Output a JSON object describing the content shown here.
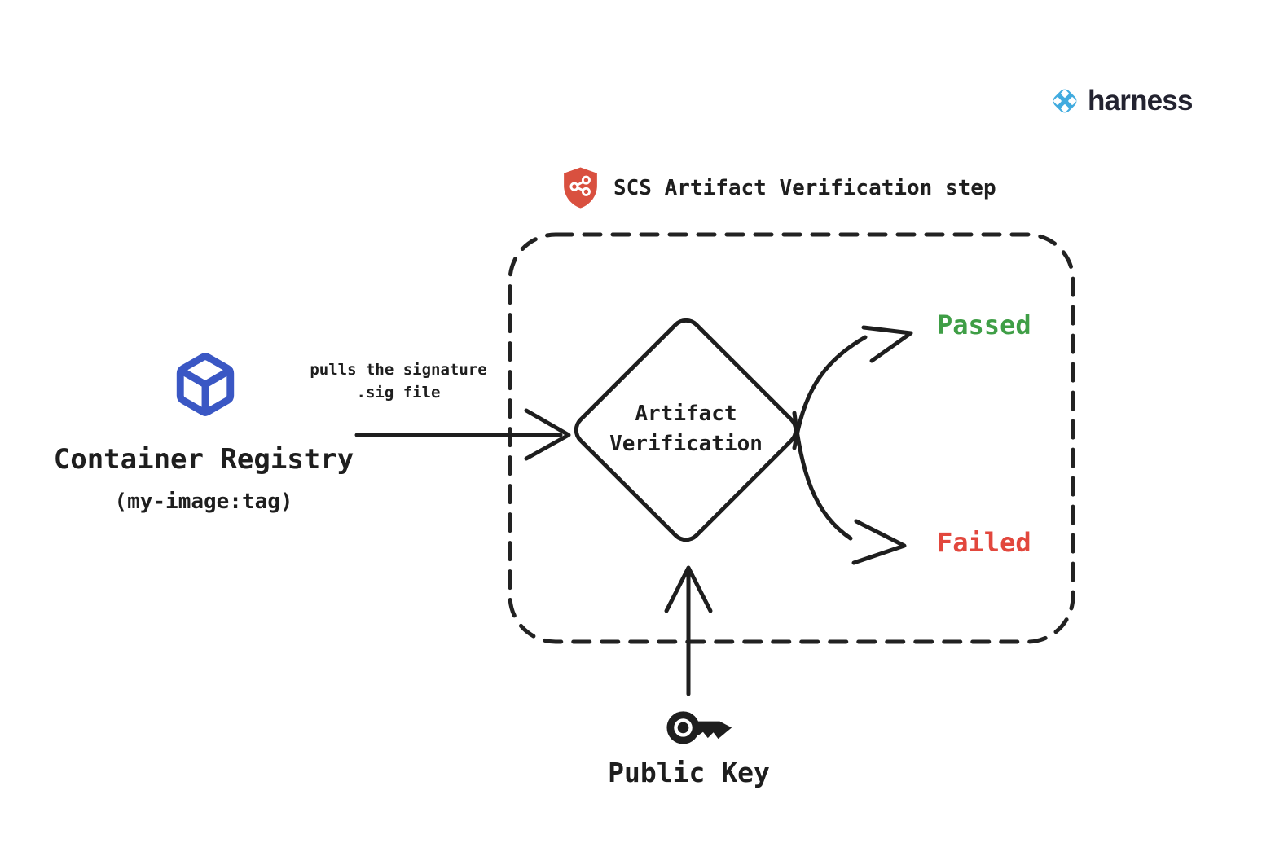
{
  "page": {
    "background": "#ffffff",
    "ink": "#1e1e1e"
  },
  "brand": {
    "name": "harness",
    "icon": "harness-logo-icon",
    "icon_color": "#41abdf",
    "text_color": "#232330"
  },
  "step_header": {
    "title": "SCS Artifact Verification step",
    "icon": "scs-shield-icon",
    "icon_color": "#d9503f"
  },
  "container_registry": {
    "label": "Container Registry",
    "sublabel": "(my-image:tag)",
    "icon": "cube-icon",
    "icon_color": "#3a57c4"
  },
  "decision_node": {
    "label_line1": "Artifact",
    "label_line2": "Verification"
  },
  "pull_edge": {
    "label_line1": "pulls the signature",
    "label_line2": ".sig file"
  },
  "public_key": {
    "label": "Public Key",
    "icon": "key-icon"
  },
  "outcomes": {
    "passed": {
      "label": "Passed",
      "color": "#3f9e46"
    },
    "failed": {
      "label": "Failed",
      "color": "#e2473d"
    }
  }
}
